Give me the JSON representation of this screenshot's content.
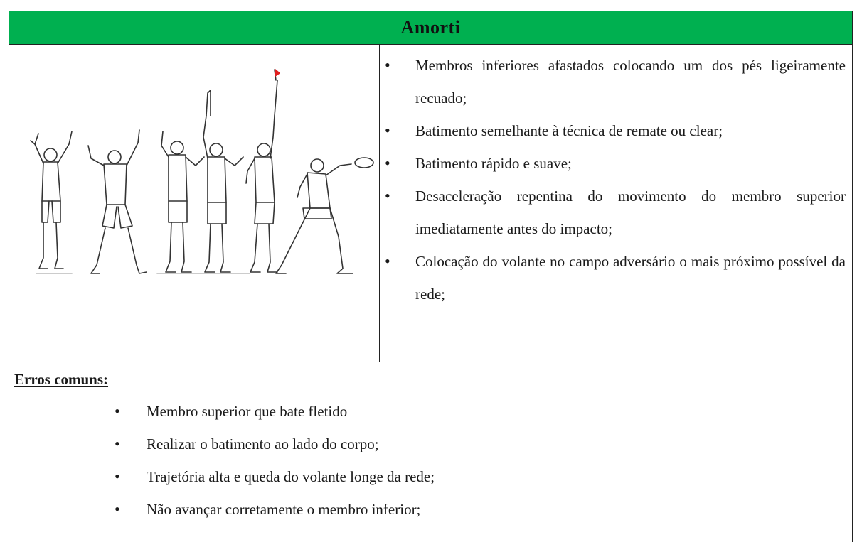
{
  "header": {
    "title": "Amorti"
  },
  "illustration": {
    "icon": "badminton-drop-shot-sequence-illustration"
  },
  "technique": {
    "items": [
      "Membros inferiores afastados colocando um dos pés ligeiramente recuado;",
      "Batimento semelhante à técnica de remate ou clear;",
      "Batimento rápido e suave;",
      "Desaceleração repentina do movimento do membro superior imediatamente antes do impacto;",
      "Colocação do volante no campo adversário o mais próximo possível da rede;"
    ]
  },
  "errors": {
    "title": "Erros comuns:",
    "items": [
      "Membro superior que bate fletido",
      "Realizar o batimento ao lado do corpo;",
      "Trajetória alta e queda do volante longe da rede;",
      "Não avançar corretamente o membro inferior;"
    ]
  },
  "colors": {
    "header_bg": "#00b050",
    "border": "#222222",
    "shuttle": "#e02020"
  }
}
